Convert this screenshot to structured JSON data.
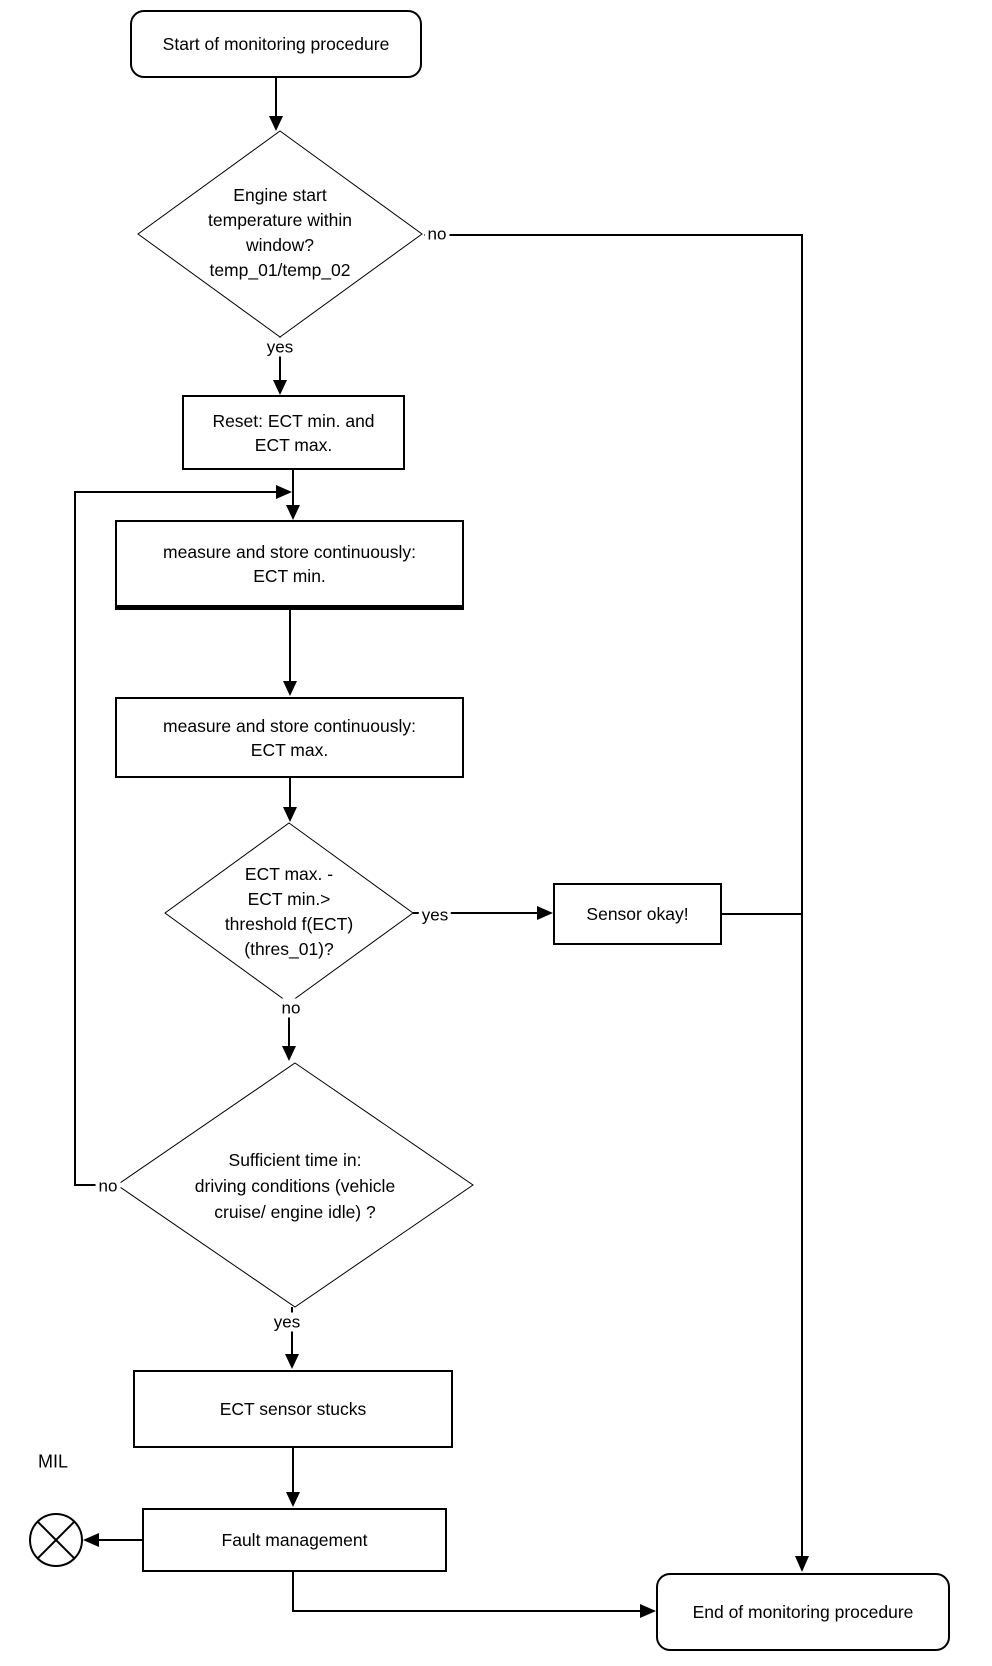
{
  "flowchart": {
    "colors": {
      "line": "#000000",
      "text": "#000000",
      "node_fill": "#ffffff",
      "background": "#ffffff"
    },
    "start": {
      "label": "Start of monitoring procedure"
    },
    "decision_temp_window": {
      "lines": [
        "Engine start",
        "temperature within",
        "window?",
        "temp_01/temp_02"
      ],
      "no_label": "no",
      "yes_label": "yes"
    },
    "reset": {
      "lines": [
        "Reset: ECT min. and",
        "ECT max."
      ]
    },
    "measure_min": {
      "lines": [
        "measure and store continuously:",
        "ECT min."
      ]
    },
    "measure_max": {
      "lines": [
        "measure and store continuously:",
        "ECT max."
      ]
    },
    "decision_threshold": {
      "lines": [
        "ECT max. -",
        "ECT min.>",
        "threshold f(ECT)",
        "(thres_01)?"
      ],
      "yes_label": "yes",
      "no_label": "no"
    },
    "sensor_okay": {
      "label": "Sensor okay!"
    },
    "decision_time": {
      "lines": [
        "Sufficient time in:",
        "driving conditions (vehicle",
        "cruise/ engine idle) ?"
      ],
      "no_label": "no",
      "yes_label": "yes"
    },
    "sensor_stucks": {
      "label": "ECT sensor stucks"
    },
    "fault_management": {
      "label": "Fault management"
    },
    "mil_label": "MIL",
    "end": {
      "label": "End of monitoring procedure"
    }
  }
}
